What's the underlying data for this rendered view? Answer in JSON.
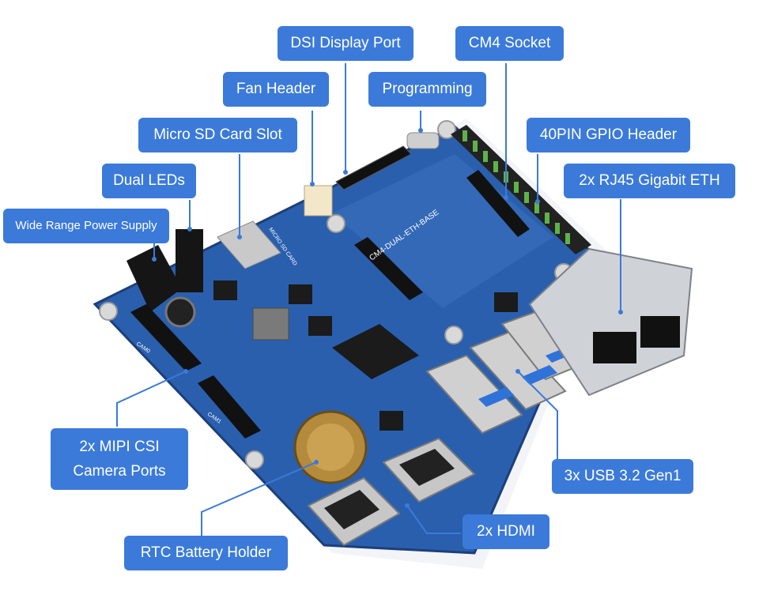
{
  "callouts": {
    "dsi": "DSI Display Port",
    "cm4": "CM4 Socket",
    "fan": "Fan Header",
    "programming": "Programming",
    "microsd": "Micro SD Card Slot",
    "gpio": "40PIN GPIO Header",
    "leds": "Dual LEDs",
    "rj45": "2x RJ45 Gigabit ETH",
    "power": "Wide Range Power Supply",
    "csi_line1": "2x MIPI CSI",
    "csi_line2": "Camera Ports",
    "usb": "3x USB 3.2 Gen1",
    "hdmi": "2x HDMI",
    "rtc": "RTC Battery Holder"
  },
  "board_silkscreen": {
    "name": "CM4-DUAL-ETH-BASE",
    "sd_label": "MICRO SD CARD",
    "cam0": "CAM0",
    "cam1": "CAM1"
  },
  "colors": {
    "callout": "#3b7ad9",
    "board": "#2a5fae",
    "board_edge": "#1c3f7a"
  }
}
